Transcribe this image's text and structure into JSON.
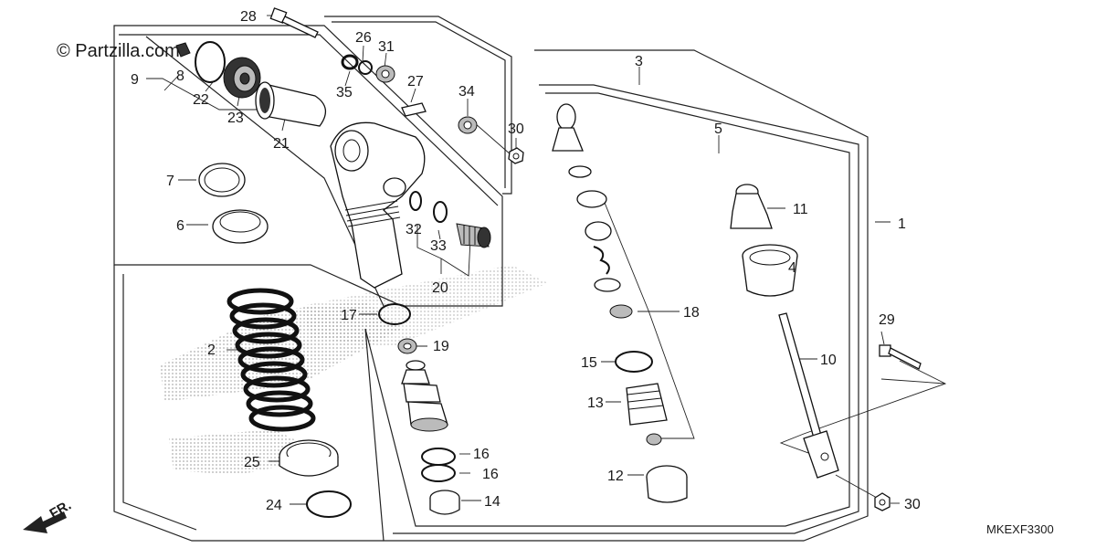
{
  "watermark": "© Partzilla.com",
  "diagram_code": "MKEXF3300",
  "direction_label": "FR.",
  "callouts": {
    "p1": "1",
    "p2": "2",
    "p3": "3",
    "p4": "4",
    "p5": "5",
    "p6": "6",
    "p7": "7",
    "p8": "8",
    "p9": "9",
    "p10": "10",
    "p11": "11",
    "p12": "12",
    "p13": "13",
    "p14": "14",
    "p15": "15",
    "p16a": "16",
    "p16b": "16",
    "p17": "17",
    "p18": "18",
    "p19": "19",
    "p20": "20",
    "p21": "21",
    "p22": "22",
    "p23": "23",
    "p24": "24",
    "p25": "25",
    "p26": "26",
    "p27": "27",
    "p28": "28",
    "p29": "29",
    "p30a": "30",
    "p30b": "30",
    "p31": "31",
    "p32": "32",
    "p33": "33",
    "p34": "34",
    "p35": "35"
  }
}
